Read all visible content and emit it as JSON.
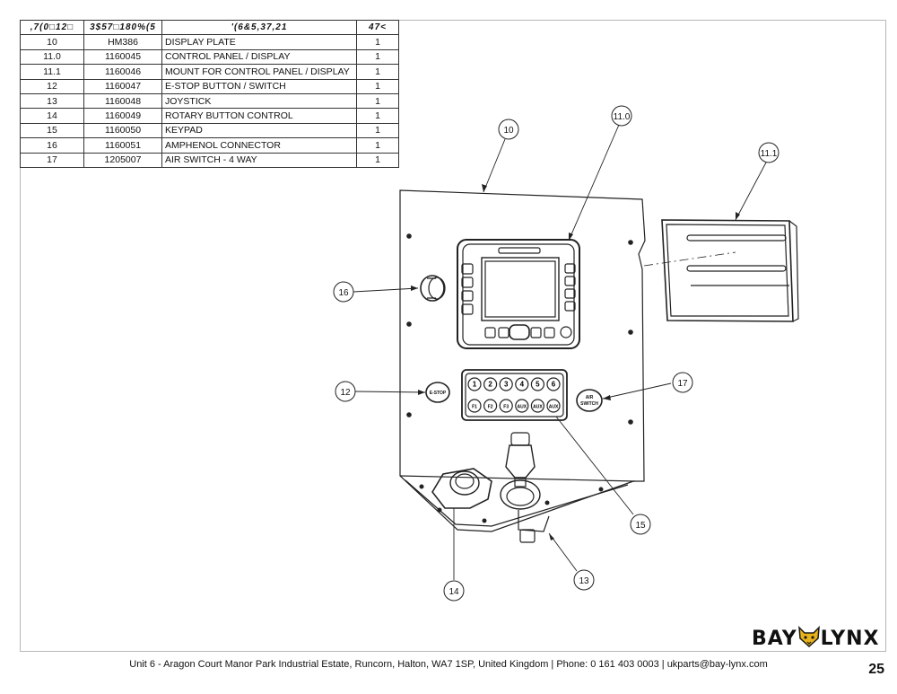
{
  "table": {
    "headers": [
      ",7(0□12□",
      "3$57□180%(5",
      "'(6&5,37,21",
      "47<"
    ],
    "rows": [
      {
        "item": "10",
        "part": "HM386",
        "desc": "DISPLAY PLATE",
        "qty": "1"
      },
      {
        "item": "11.0",
        "part": "1160045",
        "desc": "CONTROL PANEL / DISPLAY",
        "qty": "1"
      },
      {
        "item": "11.1",
        "part": "1160046",
        "desc": "MOUNT FOR CONTROL PANEL / DISPLAY",
        "qty": "1"
      },
      {
        "item": "12",
        "part": "1160047",
        "desc": "E-STOP BUTTON / SWITCH",
        "qty": "1"
      },
      {
        "item": "13",
        "part": "1160048",
        "desc": "JOYSTICK",
        "qty": "1"
      },
      {
        "item": "14",
        "part": "1160049",
        "desc": "ROTARY BUTTON CONTROL",
        "qty": "1"
      },
      {
        "item": "15",
        "part": "1160050",
        "desc": "KEYPAD",
        "qty": "1"
      },
      {
        "item": "16",
        "part": "1160051",
        "desc": "AMPHENOL CONNECTOR",
        "qty": "1"
      },
      {
        "item": "17",
        "part": "1205007",
        "desc": "AIR SWITCH - 4 WAY",
        "qty": "1"
      }
    ]
  },
  "callouts": [
    "10",
    "11.0",
    "11.1",
    "16",
    "12",
    "17",
    "15",
    "13",
    "14"
  ],
  "panel_labels": {
    "estop": "E-STOP",
    "air": "AIR",
    "switch": "SWITCH",
    "keys_top": [
      "1",
      "2",
      "3",
      "4",
      "5",
      "6"
    ],
    "keys_bottom": [
      "F1",
      "F2",
      "F3",
      "AUX",
      "AUX",
      "AUX"
    ]
  },
  "logo": {
    "left": "BAY",
    "right": "LYNX"
  },
  "footer": "Unit 6 - Aragon Court Manor Park Industrial Estate, Runcorn, Halton, WA7 1SP, United Kingdom  |  Phone: 0 161 403 0003  |  ukparts@bay-lynx.com",
  "page_number": "25",
  "colors": {
    "line": "#222222",
    "logo": "#1a1a1a",
    "logo_accent": "#e8b21a"
  }
}
